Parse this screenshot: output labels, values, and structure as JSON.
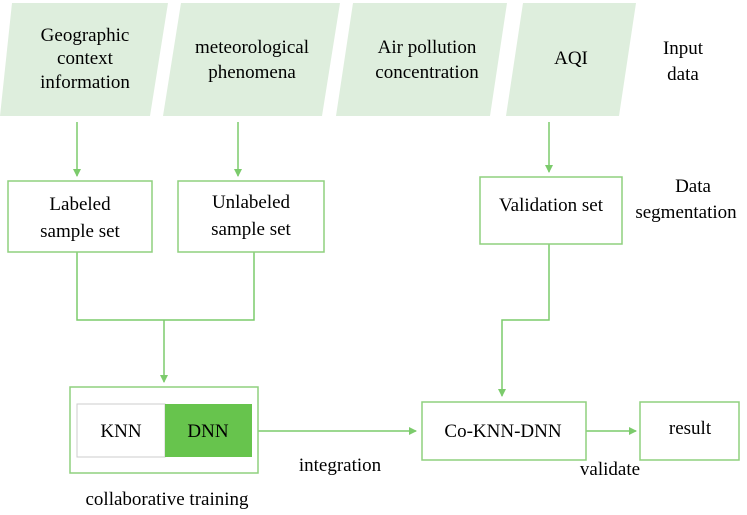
{
  "colors": {
    "parallelogram_fill": "#deeedd",
    "arrow_line": "#7ccb6c",
    "box_border": "#8fd07e",
    "dnn_fill": "#67c44d",
    "text": "#000000"
  },
  "inputs": [
    {
      "lines": [
        "Geographic",
        "context",
        "information"
      ]
    },
    {
      "lines": [
        "meteorological",
        "phenomena"
      ]
    },
    {
      "lines": [
        "Air pollution",
        "concentration"
      ]
    },
    {
      "lines": [
        "AQI"
      ]
    }
  ],
  "side_labels": {
    "input_data": [
      "Input",
      "data"
    ],
    "data_segmentation": [
      "Data",
      "segmentation"
    ]
  },
  "boxes": {
    "labeled": [
      "Labeled",
      "sample set"
    ],
    "unlabeled": [
      "Unlabeled",
      "sample set"
    ],
    "validation": [
      "Validation set"
    ],
    "knn": "KNN",
    "dnn": "DNN",
    "co_knn_dnn": "Co-KNN-DNN",
    "result": "result"
  },
  "edge_labels": {
    "integration": "integration",
    "validate": "validate"
  },
  "captions": {
    "collaborative_training": "collaborative training"
  }
}
